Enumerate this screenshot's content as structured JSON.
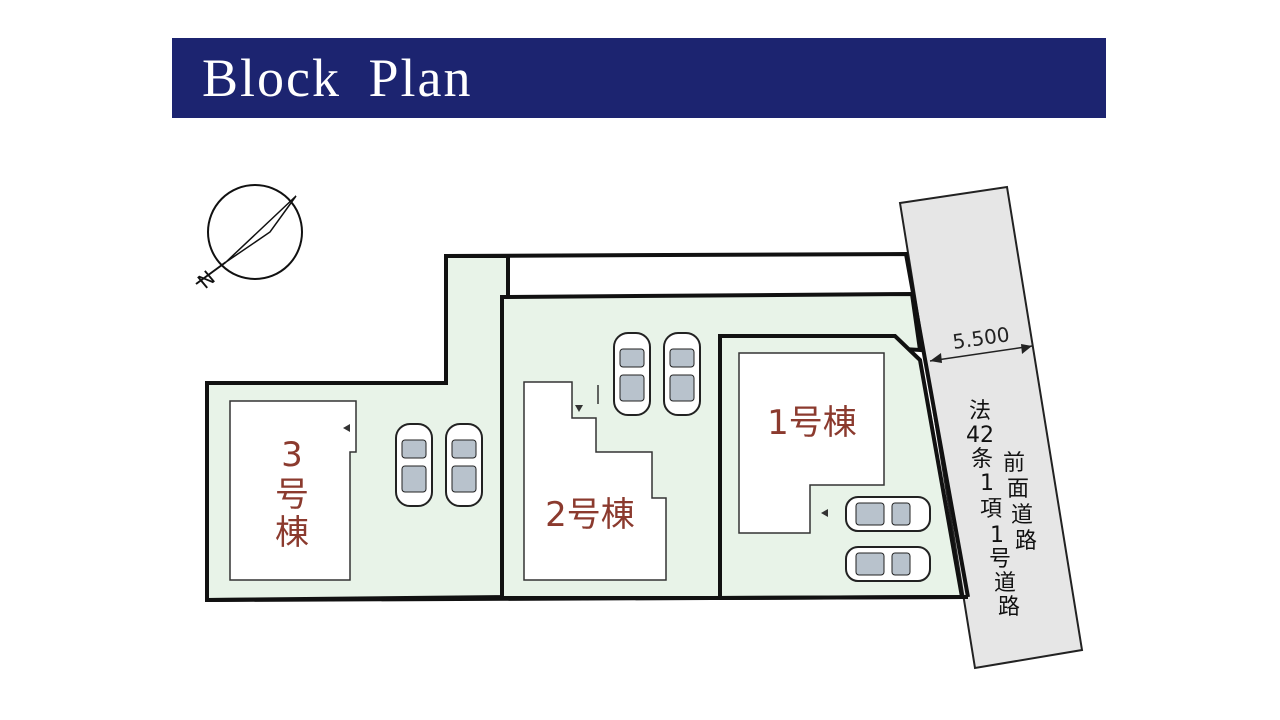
{
  "header": {
    "title": "Block Plan"
  },
  "compass": {
    "north_label": "N"
  },
  "buildings": [
    {
      "id": "1",
      "label": "1号棟"
    },
    {
      "id": "2",
      "label": "2号棟"
    },
    {
      "id": "3",
      "label_line1": "3",
      "label_line2": "号",
      "label_line3": "棟"
    }
  ],
  "road": {
    "width_label": "5.500",
    "law_col1": [
      "法",
      "42",
      "条",
      "1",
      "項",
      "1",
      "号",
      "道",
      "路"
    ],
    "law_col2": [
      "前",
      "面",
      "道",
      "路"
    ]
  },
  "colors": {
    "title_bg": "#1c2470",
    "lot_fill": "#e8f3e8",
    "road_fill": "#e6e6e6",
    "building_label": "#8b3a2e",
    "boundary": "#111111"
  }
}
